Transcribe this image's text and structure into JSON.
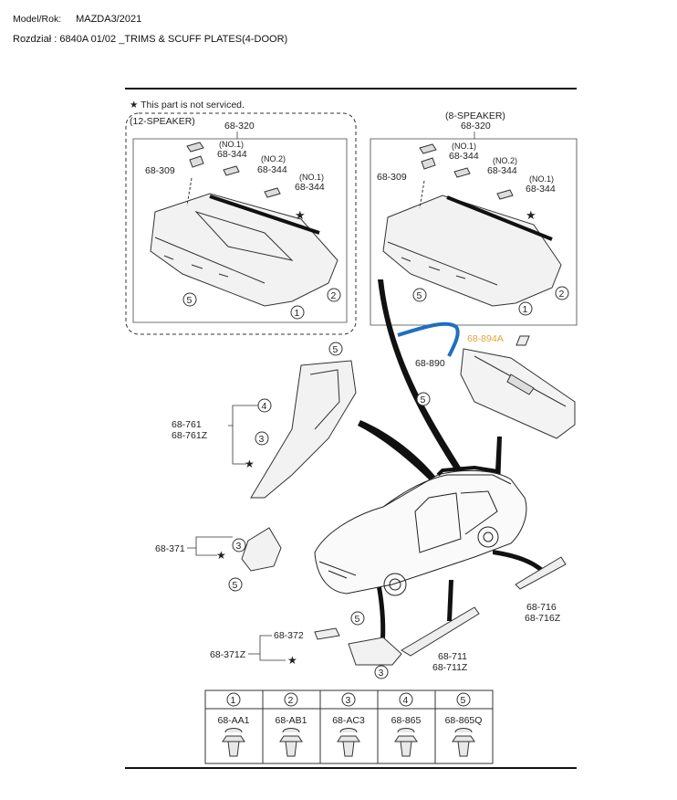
{
  "header": {
    "model_label": "Model/Rok:",
    "model_value": "MAZDA3/2021",
    "section_label": "Rozdział :",
    "section_value": "6840A 01/02 _TRIMS & SCUFF PLATES(4-DOOR)"
  },
  "diagram": {
    "note": "★ This part is not serviced.",
    "left_panel": {
      "title": "(12-SPEAKER)",
      "part": "68-320",
      "labels": [
        "(NO.1)",
        "68-344",
        "(NO.2)",
        "68-344",
        "(NO.1)",
        "68-344",
        "68-309"
      ],
      "circles": [
        "5",
        "1",
        "2"
      ]
    },
    "right_panel": {
      "title": "(8-SPEAKER)",
      "part": "68-320",
      "labels": [
        "(NO.1)",
        "68-344",
        "(NO.2)",
        "68-344",
        "(NO.1)",
        "68-344",
        "68-309"
      ],
      "circles": [
        "5",
        "1",
        "2"
      ]
    },
    "highlight_part": "68-894A",
    "highlight_color": "#e6a23c",
    "arrow_color": "#1e6fc0",
    "parts": {
      "p890": "68-890",
      "p761": "68-761",
      "p761z": "68-761Z",
      "p371": "68-371",
      "p372": "68-372",
      "p371z": "68-371Z",
      "p711": "68-711",
      "p711z": "68-711Z",
      "p716": "68-716",
      "p716z": "68-716Z"
    },
    "star": "★",
    "clips_table": [
      {
        "num": "1",
        "part": "68-AA1"
      },
      {
        "num": "2",
        "part": "68-AB1"
      },
      {
        "num": "3",
        "part": "68-AC3"
      },
      {
        "num": "4",
        "part": "68-865"
      },
      {
        "num": "5",
        "part": "68-865Q"
      }
    ]
  }
}
